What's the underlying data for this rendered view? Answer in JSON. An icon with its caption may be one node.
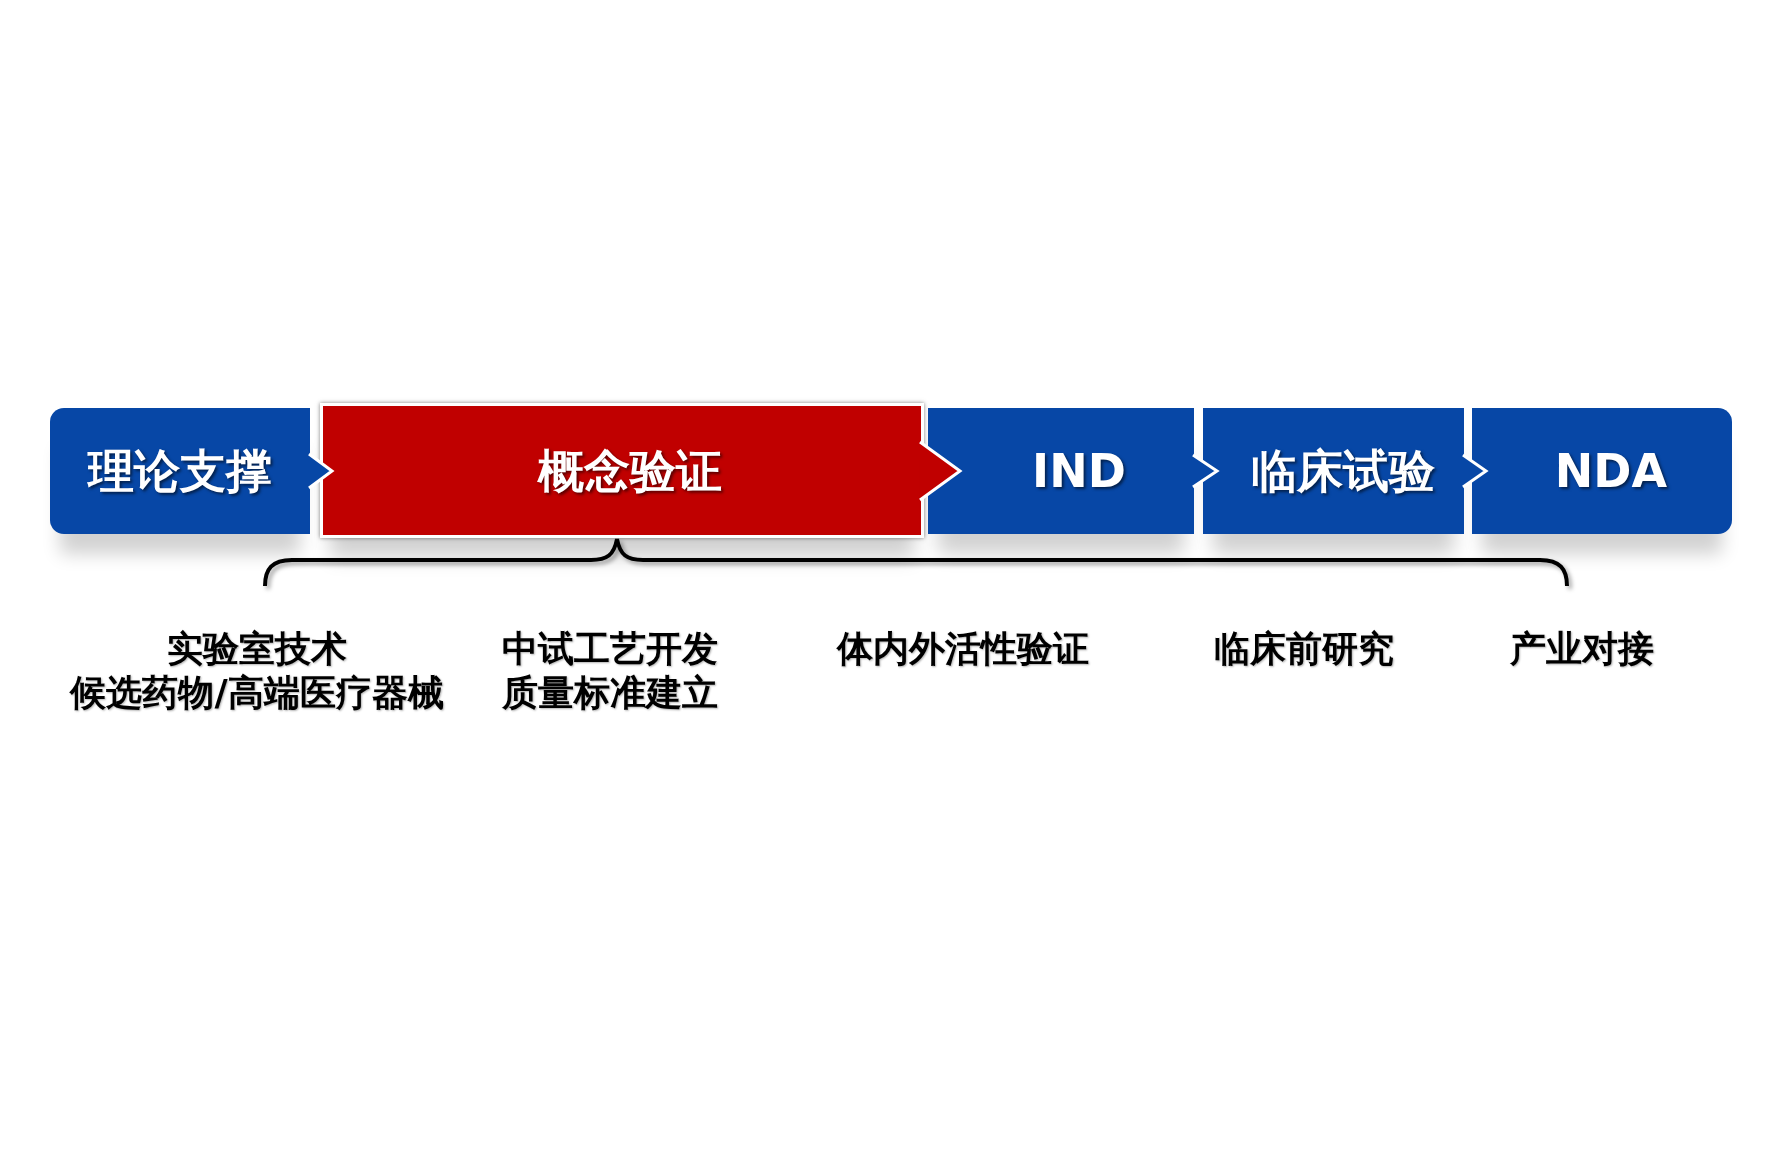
{
  "diagram": {
    "nodes": [
      {
        "text": [
          "理论支撑"
        ]
      },
      {
        "text": [
          "概念验证"
        ]
      },
      {
        "text": [
          "IND"
        ]
      },
      {
        "text": [
          "临床试验"
        ]
      },
      {
        "text": [
          "NDA"
        ]
      }
    ],
    "edges": [
      {
        "from": 0,
        "to": 1,
        "arrow": "to"
      },
      {
        "from": 1,
        "to": 2,
        "arrow": "to",
        "color": "#c00000"
      },
      {
        "from": 2,
        "to": 3,
        "arrow": "to"
      },
      {
        "from": 3,
        "to": 4,
        "arrow": "to"
      }
    ],
    "labels": [
      "实验室技术",
      "候选药物/高端医疗器械",
      "中试工艺开发",
      "质量标准建立",
      "体内外活性验证",
      "临床前研究",
      "产业对接"
    ]
  }
}
